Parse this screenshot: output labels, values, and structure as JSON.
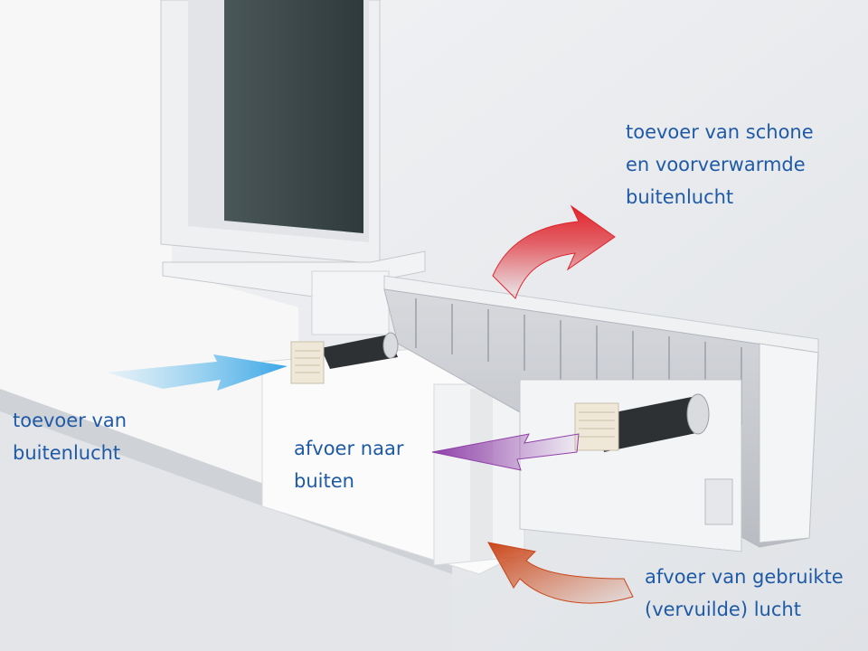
{
  "labels": {
    "supply_clean": [
      "toevoer van schone",
      "en voorverwarmde",
      "buitenlucht"
    ],
    "supply_outside": [
      "toevoer van",
      "buitenlucht"
    ],
    "exhaust_outside": [
      "afvoer naar",
      "buiten"
    ],
    "exhaust_used": [
      "afvoer van gebruikte",
      "(vervuilde) lucht"
    ]
  },
  "colors": {
    "label_text": "#1f5aa6",
    "arrow_supply_clean": "#e0242c",
    "arrow_supply_outside": "#6bc3ef",
    "arrow_exhaust_outside": "#9b4fb0",
    "arrow_exhaust_used": "#d4501e"
  }
}
